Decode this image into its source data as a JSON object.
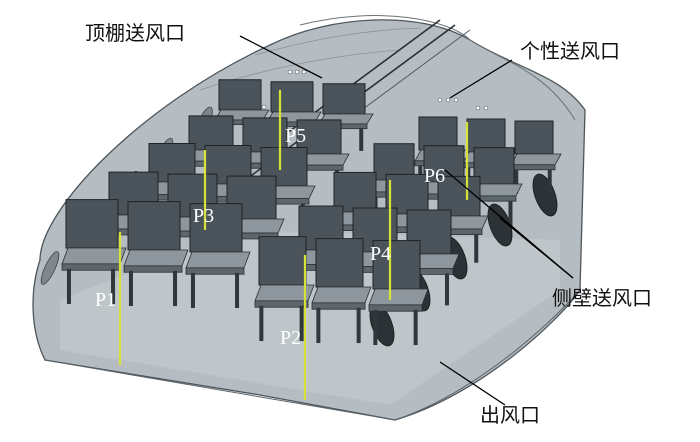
{
  "labels": {
    "ceiling_vent": "顶棚送风口",
    "personal_vent": "个性送风口",
    "sidewall_vent": "侧壁送风口",
    "outlet": "出风口"
  },
  "points": [
    {
      "id": "p1",
      "text": "P1"
    },
    {
      "id": "p2",
      "text": "P2"
    },
    {
      "id": "p3",
      "text": "P3"
    },
    {
      "id": "p4",
      "text": "P4"
    },
    {
      "id": "p5",
      "text": "P5"
    },
    {
      "id": "p6",
      "text": "P6"
    }
  ],
  "colors": {
    "shell": "#aeb6bb",
    "seat": "#4a545a",
    "probe_line": "#d6e23a"
  }
}
